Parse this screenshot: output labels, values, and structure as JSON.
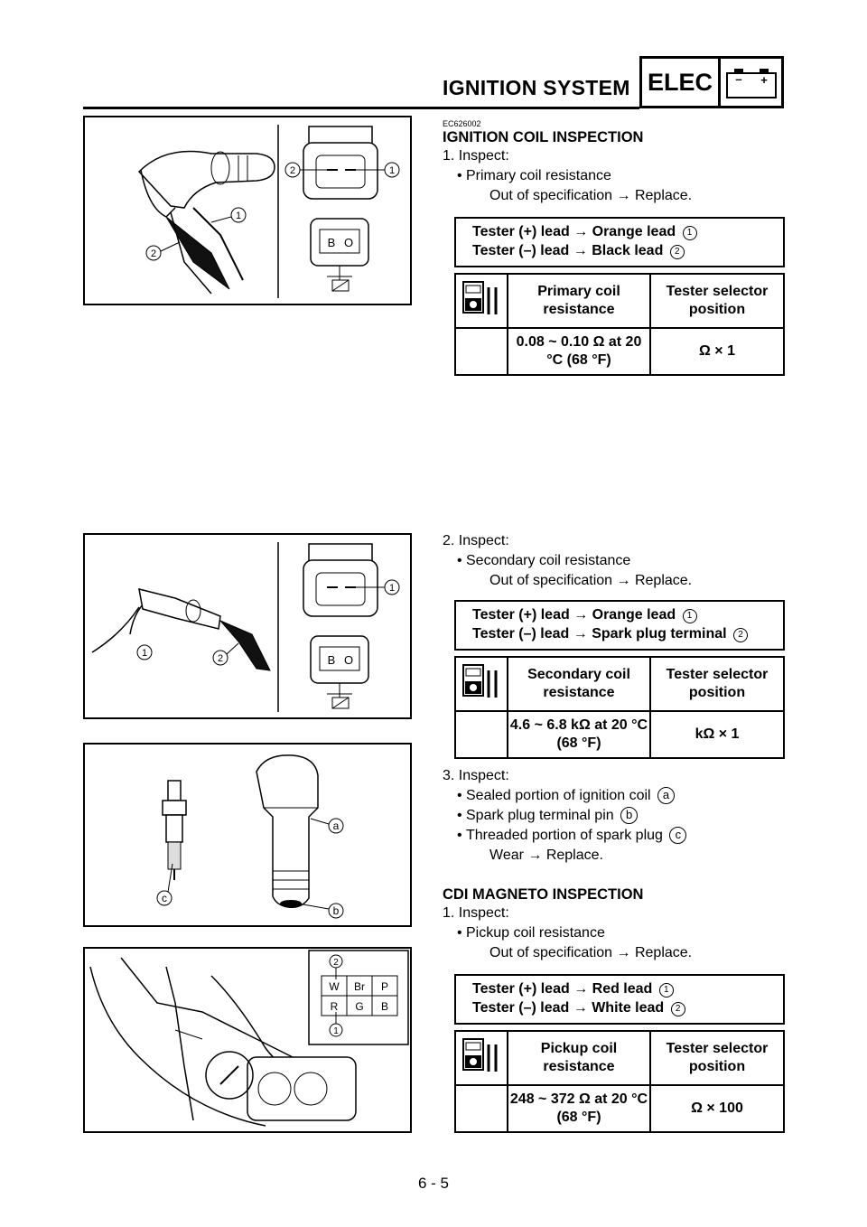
{
  "header": {
    "title": "IGNITION SYSTEM",
    "section": "ELEC",
    "battery_minus": "–",
    "battery_plus": "+"
  },
  "figures": {
    "fig1": {
      "callout_1": "1",
      "callout_2": "2",
      "pin_b": "B",
      "pin_o": "O"
    },
    "fig2": {
      "callout_1": "1",
      "callout_2": "2",
      "pin_b": "B",
      "pin_o": "O"
    },
    "fig3": {
      "callout_a": "a",
      "callout_b": "b",
      "callout_c": "c"
    },
    "fig4": {
      "callout_1": "1",
      "callout_2": "2",
      "pins_top": [
        "W",
        "Br",
        "P"
      ],
      "pins_bottom": [
        "R",
        "G",
        "B"
      ]
    }
  },
  "ignition_coil": {
    "code": "EC626002",
    "heading": "IGNITION COIL INSPECTION",
    "step1": {
      "label": "1.  Inspect:",
      "item": "Primary coil resistance",
      "action": "Out of specification → Replace.",
      "lead_plus": "Tester (+) lead → Orange lead",
      "lead_minus": "Tester (–) lead → Black lead",
      "mark_plus": "1",
      "mark_minus": "2",
      "col_resistance": "Primary coil resistance",
      "col_selector": "Tester selector position",
      "value": "0.08 ~ 0.10 Ω at 20 °C (68 °F)",
      "selector": "Ω × 1"
    },
    "step2": {
      "label": "2.  Inspect:",
      "item": "Secondary coil resistance",
      "action": "Out of specification → Replace.",
      "lead_plus": "Tester (+) lead → Orange lead",
      "lead_minus": "Tester (–) lead → Spark plug terminal",
      "mark_plus": "1",
      "mark_minus": "2",
      "col_resistance": "Secondary coil resistance",
      "col_selector": "Tester selector position",
      "value": "4.6 ~ 6.8 kΩ at 20 °C (68 °F)",
      "selector": "kΩ × 1"
    },
    "step3": {
      "label": "3.  Inspect:",
      "items": [
        "Sealed portion of ignition coil",
        "Spark plug terminal pin",
        "Threaded portion of spark plug"
      ],
      "marks": [
        "a",
        "b",
        "c"
      ],
      "action": "Wear → Replace."
    }
  },
  "cdi_magneto": {
    "heading": "CDI MAGNETO INSPECTION",
    "step1": {
      "label": "1.  Inspect:",
      "item": "Pickup coil resistance",
      "action": "Out of specification → Replace.",
      "lead_plus": "Tester (+) lead → Red lead",
      "lead_minus": "Tester (–) lead → White lead",
      "mark_plus": "1",
      "mark_minus": "2",
      "col_resistance": "Pickup coil resistance",
      "col_selector": "Tester selector position",
      "value": "248 ~ 372 Ω at 20 °C (68 °F)",
      "selector": "Ω × 100"
    }
  },
  "footer": {
    "page_number": "6 - 5"
  }
}
